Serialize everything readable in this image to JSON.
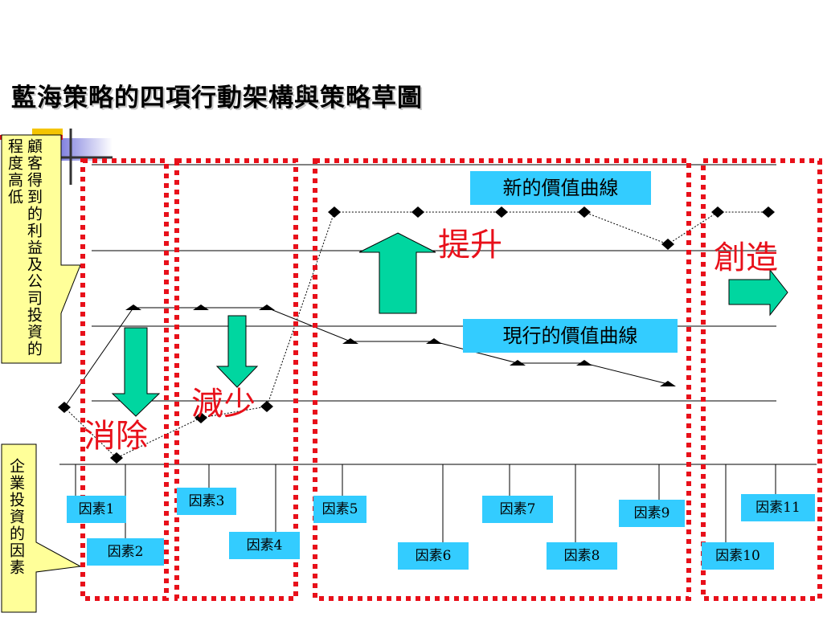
{
  "title": "藍海策略的四項行動架構與策略草圖",
  "y_axis_label": "顧客得到的利益及公司投資的程度高低",
  "x_axis_label": "企業投資的因素",
  "curve_labels": {
    "new": "新的價值曲線",
    "current": "現行的價值曲線"
  },
  "actions": {
    "eliminate": "消除",
    "reduce": "減少",
    "raise": "提升",
    "create": "創造"
  },
  "factors": [
    "因素1",
    "因素2",
    "因素3",
    "因素4",
    "因素5",
    "因素6",
    "因素7",
    "因素8",
    "因素9",
    "因素10",
    "因素11"
  ],
  "colors": {
    "accent_cyan": "#33ccff",
    "arrow_fill": "#00d6a0",
    "dotted_frame": "#e8101a",
    "callout_fill": "#ffff99",
    "action_text": "#e8101a"
  }
}
